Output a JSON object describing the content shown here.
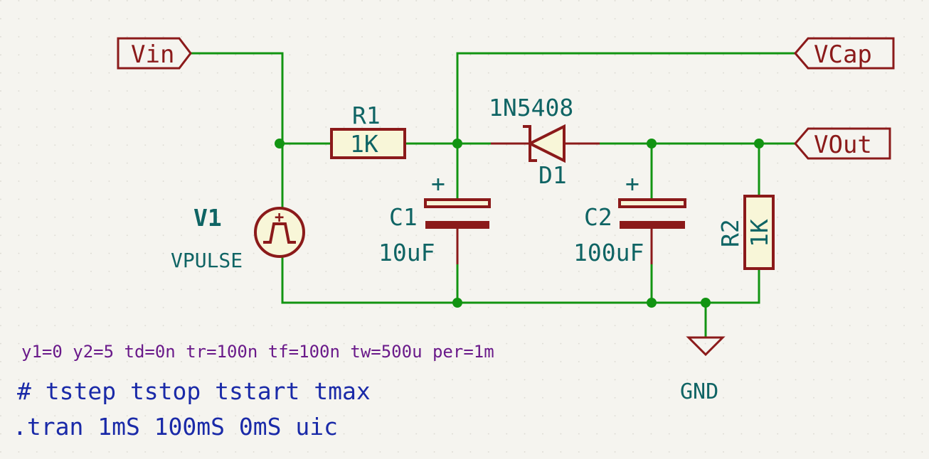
{
  "net_labels": {
    "vin": "Vin",
    "vcap": "VCap",
    "vout": "VOut",
    "gnd": "GND"
  },
  "components": {
    "r1": {
      "ref": "R1",
      "value": "1K"
    },
    "r2": {
      "ref": "R2",
      "value": "1K"
    },
    "c1": {
      "ref": "C1",
      "value": "10uF",
      "polarity": "+"
    },
    "c2": {
      "ref": "C2",
      "value": "100uF",
      "polarity": "+"
    },
    "d1": {
      "ref": "D1",
      "value": "1N5408"
    },
    "v1": {
      "ref": "V1",
      "value": "VPULSE",
      "polarity": "+"
    }
  },
  "source_params": "y1=0 y2=5 td=0n tr=100n tf=100n tw=500u per=1m",
  "sim_directive": {
    "comment": "# tstep tstop tstart tmax",
    "command": ".tran 1mS 100mS 0mS uic"
  },
  "colors": {
    "wire": "#129412",
    "component": "#8b1a1a",
    "component_fill": "#f8f6d8",
    "text": "#0f6464",
    "param_text": "#6a1a8a",
    "note_text": "#1a2aa8",
    "background": "#f5f4ef"
  }
}
